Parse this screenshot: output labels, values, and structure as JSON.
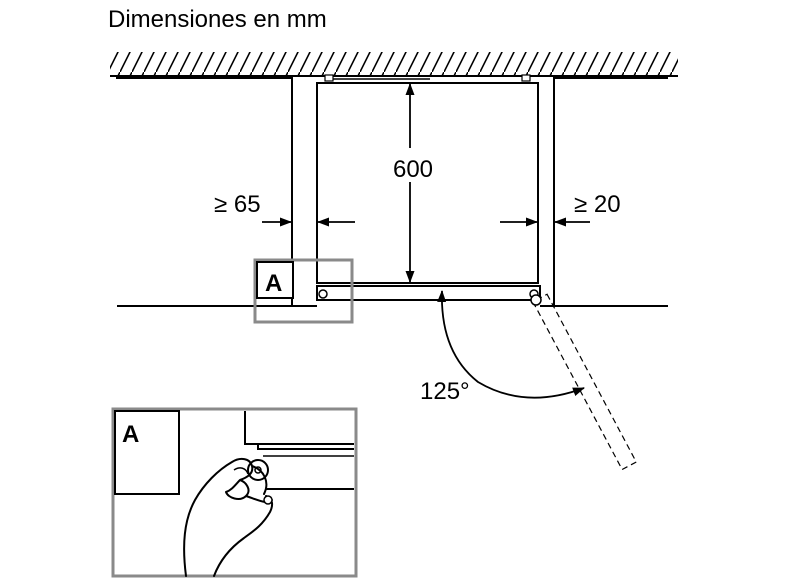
{
  "title": "Dimensiones en mm",
  "dimensions": {
    "depth": "600",
    "left_gap": "≥ 65",
    "right_gap": "≥ 20",
    "door_angle": "125°"
  },
  "detail_label": "A",
  "detail_callout_label": "A",
  "colors": {
    "line": "#000000",
    "detail_frame": "#8a8a8a"
  }
}
